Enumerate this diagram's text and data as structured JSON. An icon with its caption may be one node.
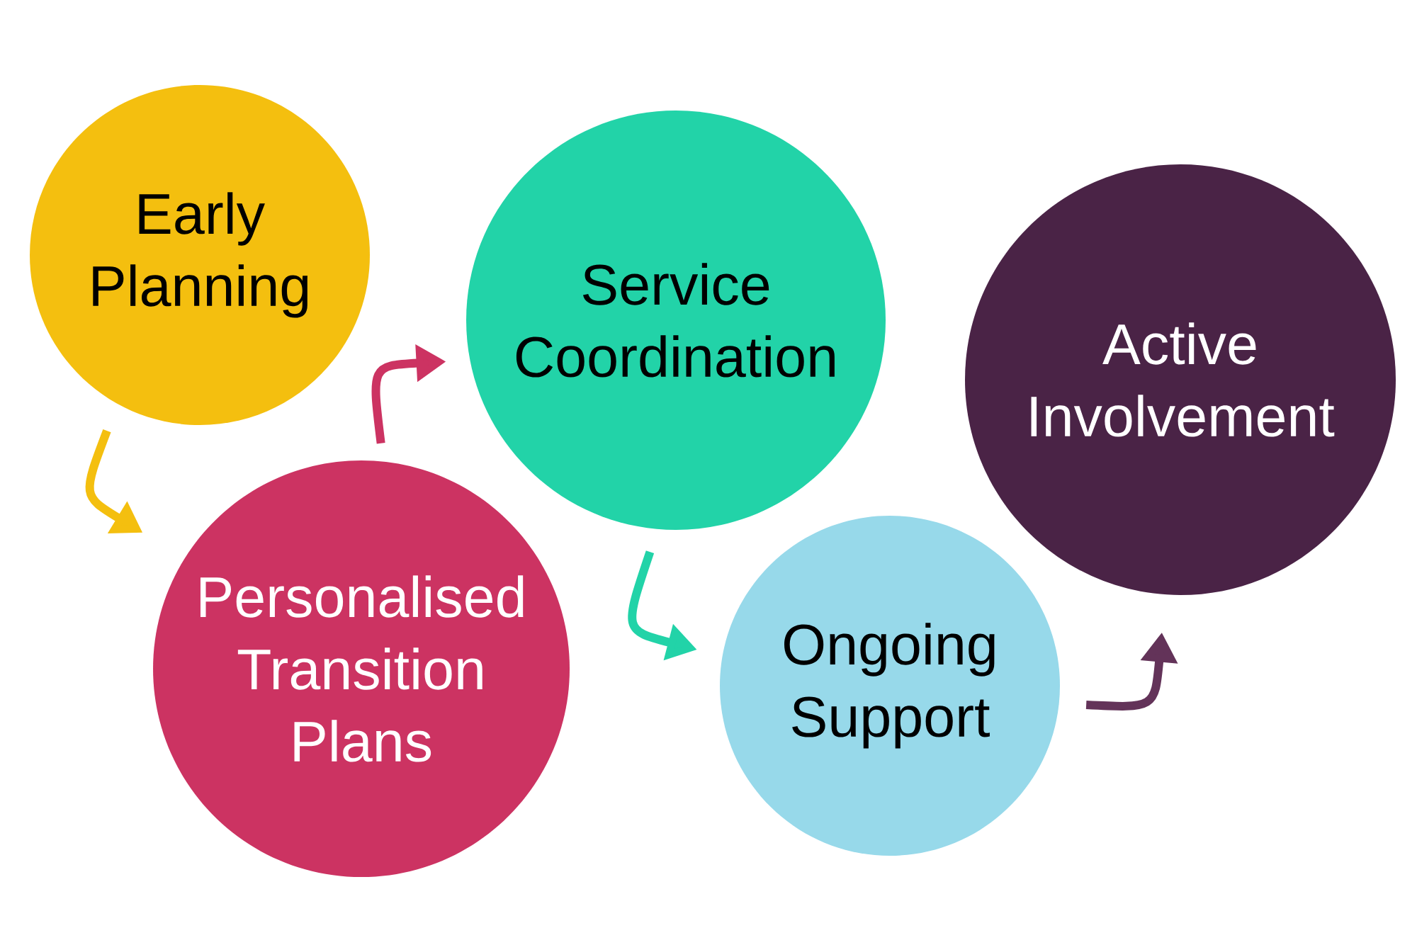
{
  "diagram": {
    "nodes": [
      {
        "text": [
          "Early Planning"
        ]
      },
      {
        "text": [
          "Personalised Transition Plans"
        ]
      },
      {
        "text": [
          "Service Coordination"
        ]
      },
      {
        "text": [
          "Ongoing Support"
        ]
      },
      {
        "text": [
          "Active Involvement"
        ]
      }
    ],
    "edges": [
      {
        "from": 0,
        "to": 1,
        "arrow": "to",
        "color": "#f4bf0f"
      },
      {
        "from": 1,
        "to": 2,
        "arrow": "to",
        "color": "#cc3362"
      },
      {
        "from": 2,
        "to": 3,
        "arrow": "to",
        "color": "#22d3a8"
      },
      {
        "from": 3,
        "to": 4,
        "arrow": "to",
        "color": "#633359"
      }
    ]
  }
}
